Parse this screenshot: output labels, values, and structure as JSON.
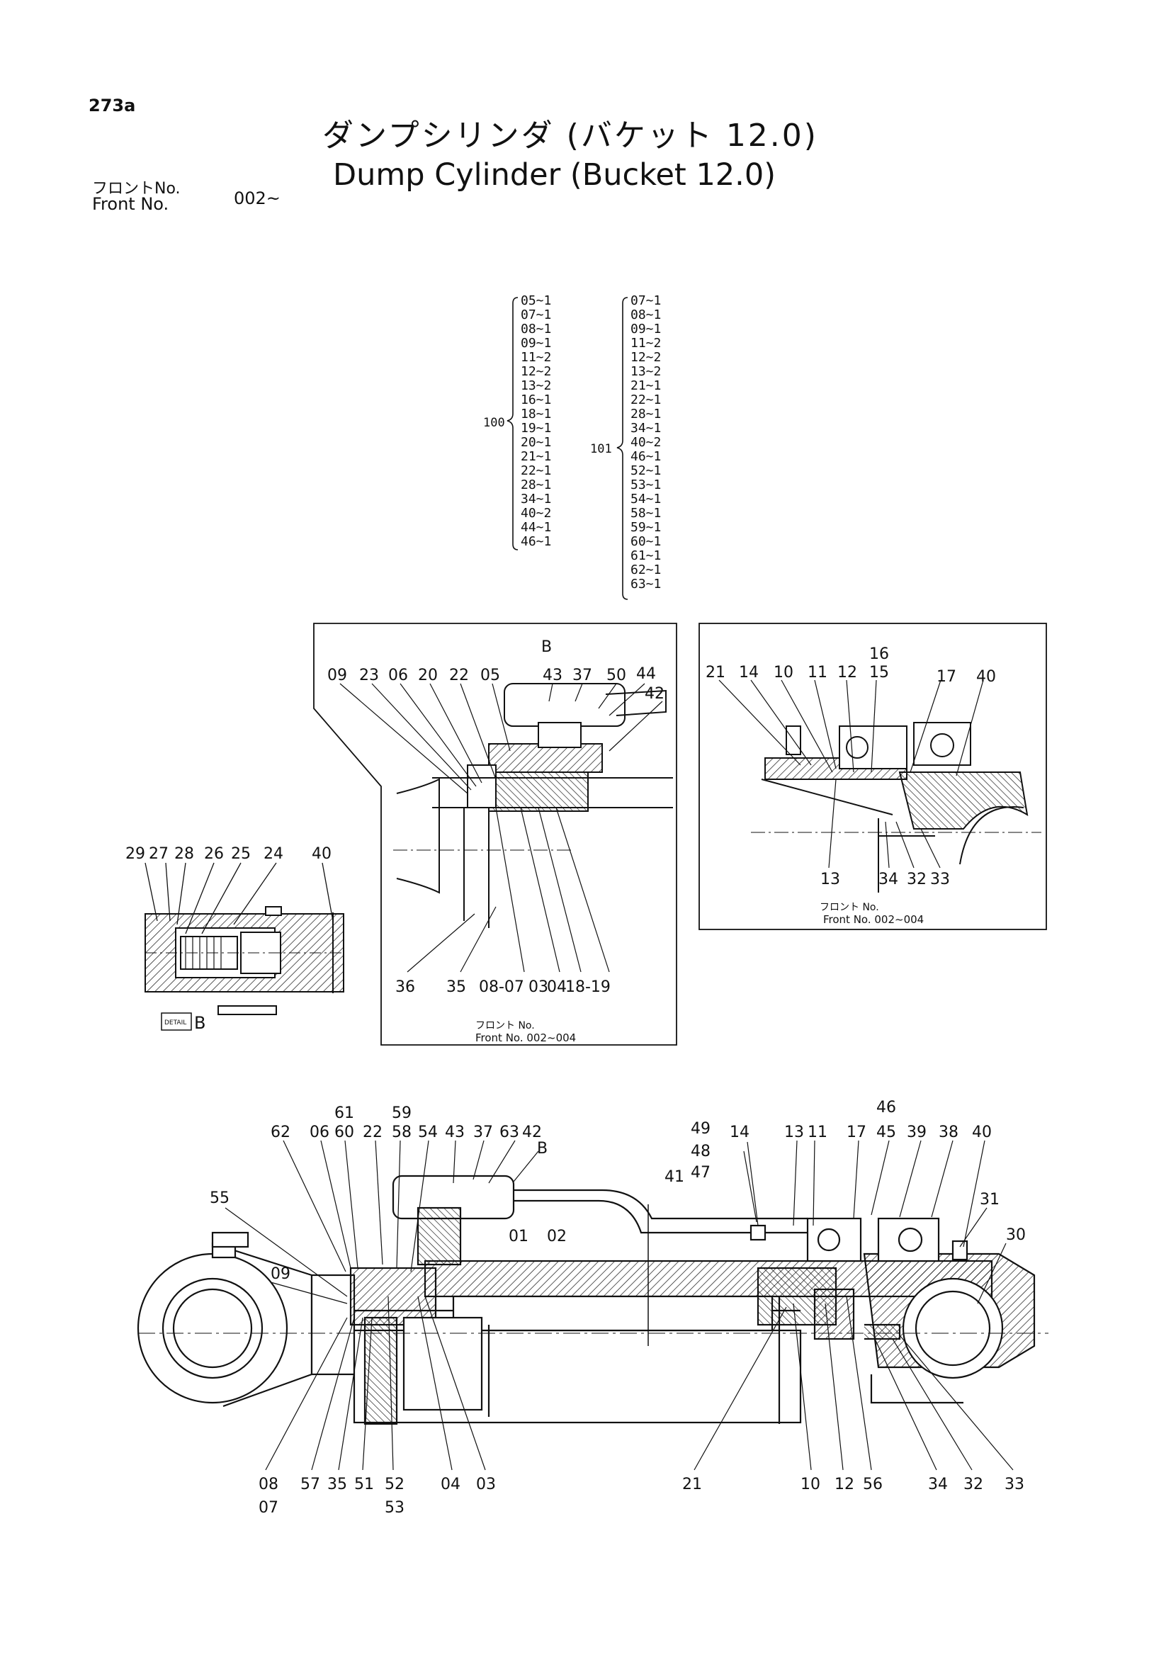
{
  "page_number": "273a",
  "title_jp": "ダンプシリンダ (バケット 12.0)",
  "title_en": "Dump Cylinder (Bucket 12.0)",
  "front_label_jp": "フロントNo.",
  "front_label_en": "Front   No.",
  "front_value": "002~",
  "kits": [
    {
      "id": "100",
      "items": [
        "05~1",
        "07~1",
        "08~1",
        "09~1",
        "11~2",
        "12~2",
        "13~2",
        "16~1",
        "18~1",
        "19~1",
        "20~1",
        "21~1",
        "22~1",
        "28~1",
        "34~1",
        "40~2",
        "44~1",
        "46~1"
      ]
    },
    {
      "id": "101",
      "items": [
        "07~1",
        "08~1",
        "09~1",
        "11~2",
        "12~2",
        "13~2",
        "21~1",
        "22~1",
        "28~1",
        "34~1",
        "40~2",
        "46~1",
        "52~1",
        "53~1",
        "54~1",
        "58~1",
        "59~1",
        "60~1",
        "61~1",
        "62~1",
        "63~1"
      ]
    }
  ],
  "detail_b": {
    "tag": "DETAIL",
    "letter": "B",
    "labels": [
      "29",
      "27",
      "28",
      "26",
      "25",
      "24",
      "40"
    ]
  },
  "inset_front": {
    "marker": "B",
    "top_labels": [
      "09",
      "23",
      "06",
      "20",
      "22",
      "05",
      "43",
      "37",
      "50",
      "44",
      "42"
    ],
    "bottom_labels": [
      "36",
      "35",
      "08-07",
      "03",
      "04",
      "18-19"
    ],
    "caption_jp": "フロント No.",
    "caption_en": "Front No. 002~004"
  },
  "inset_rear": {
    "top_labels": [
      "21",
      "14",
      "10",
      "11",
      "12",
      "16",
      "15",
      "17",
      "40"
    ],
    "bottom_labels": [
      "13",
      "34",
      "32",
      "33"
    ],
    "caption_jp": "フロント No.",
    "caption_en": "Front No. 002~004"
  },
  "main": {
    "marker": "B",
    "labels_top": [
      "62",
      "06",
      "61",
      "60",
      "22",
      "59",
      "58",
      "54",
      "43",
      "37",
      "63",
      "42",
      "49",
      "48",
      "47",
      "14",
      "13",
      "11",
      "17",
      "46",
      "45",
      "39",
      "38",
      "40"
    ],
    "labels_side": [
      "55",
      "09",
      "41",
      "01",
      "02",
      "31",
      "30"
    ],
    "labels_bottom": [
      "08",
      "07",
      "57",
      "35",
      "51",
      "52",
      "53",
      "04",
      "03",
      "21",
      "10",
      "12",
      "56",
      "34",
      "32",
      "33"
    ]
  },
  "colors": {
    "ink": "#111111",
    "paper": "#ffffff"
  }
}
